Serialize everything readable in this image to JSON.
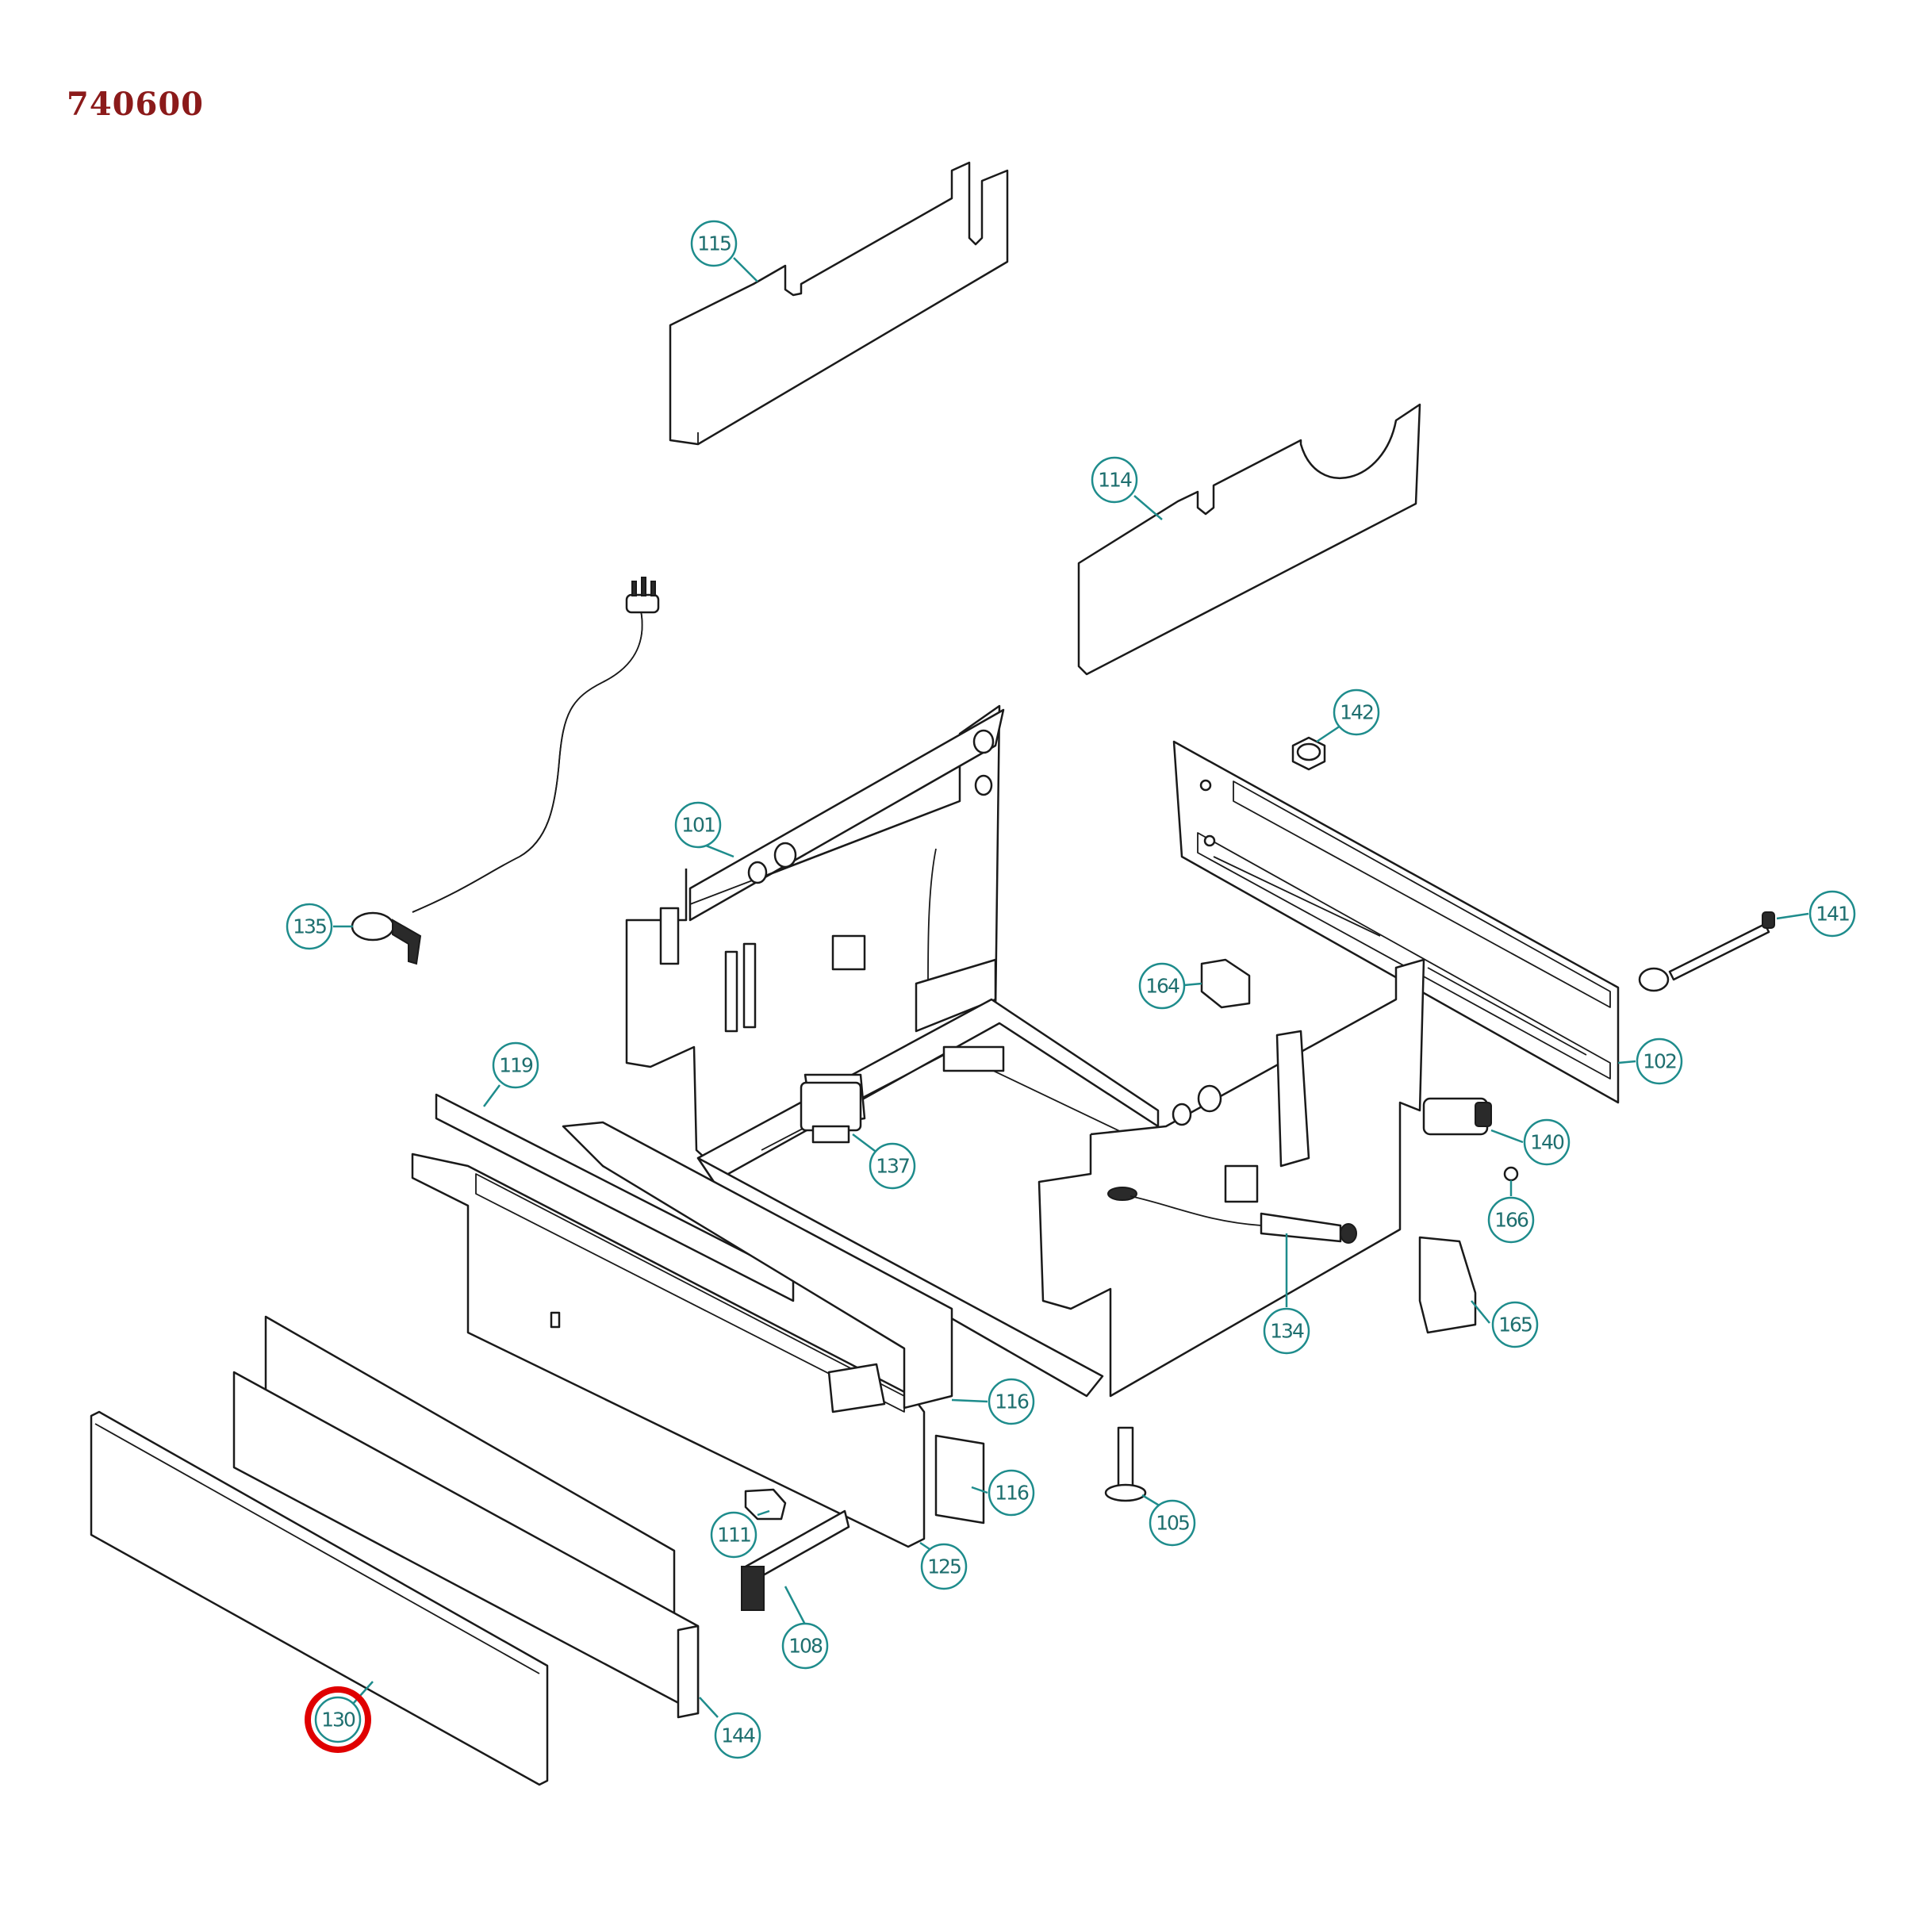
{
  "title": "740600",
  "colors": {
    "title": "#8b1a1a",
    "callout": "#1e8c8c",
    "callout_text": "#1e6f6f",
    "highlight": "#e00000",
    "line": "#1a1a1a"
  },
  "highlighted_callout": "130",
  "callouts": [
    {
      "id": "c115",
      "label": "115"
    },
    {
      "id": "c114",
      "label": "114"
    },
    {
      "id": "c142",
      "label": "142"
    },
    {
      "id": "c101",
      "label": "101"
    },
    {
      "id": "c135",
      "label": "135"
    },
    {
      "id": "c141",
      "label": "141"
    },
    {
      "id": "c164",
      "label": "164"
    },
    {
      "id": "c102",
      "label": "102"
    },
    {
      "id": "c119",
      "label": "119"
    },
    {
      "id": "c137",
      "label": "137"
    },
    {
      "id": "c140",
      "label": "140"
    },
    {
      "id": "c166",
      "label": "166"
    },
    {
      "id": "c134",
      "label": "134"
    },
    {
      "id": "c165",
      "label": "165"
    },
    {
      "id": "c116a",
      "label": "116"
    },
    {
      "id": "c116b",
      "label": "116"
    },
    {
      "id": "c105",
      "label": "105"
    },
    {
      "id": "c111",
      "label": "111"
    },
    {
      "id": "c125",
      "label": "125"
    },
    {
      "id": "c108",
      "label": "108"
    },
    {
      "id": "c130",
      "label": "130"
    },
    {
      "id": "c144",
      "label": "144"
    }
  ]
}
